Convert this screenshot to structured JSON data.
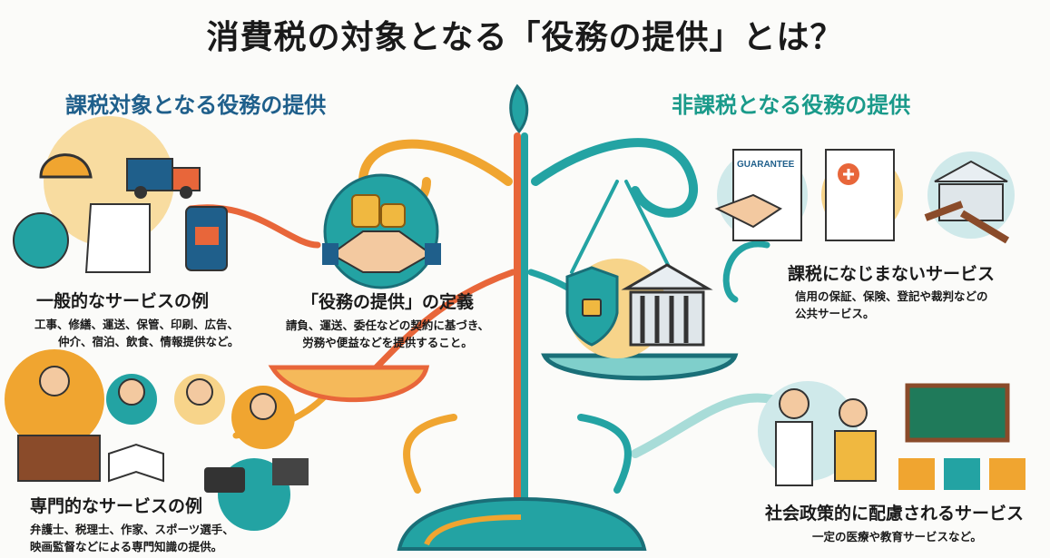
{
  "title": "消費税の対象となる「役務の提供」とは？",
  "left_heading": "課税対象となる役務の提供",
  "right_heading": "非課税となる役務の提供",
  "general": {
    "heading": "一般的なサービスの例",
    "lines": [
      "工事、修繕、運送、保管、印刷、広告、",
      "仲介、宿泊、飲食、情報提供など。"
    ]
  },
  "professional": {
    "heading": "専門的なサービスの例",
    "lines": [
      "弁護士、税理士、作家、スポーツ選手、",
      "映画監督などによる専門知識の提供。"
    ]
  },
  "definition": {
    "heading": "「役務の提供」の定義",
    "lines": [
      "請負、運送、委任などの契約に基づき、",
      "労務や便益などを提供すること。"
    ]
  },
  "non_taxable": {
    "heading": "課税になじまないサービス",
    "lines": [
      "信用の保証、保険、登記や裁判などの",
      "公共サービス。"
    ]
  },
  "social": {
    "heading": "社会政策的に配慮されるサービス",
    "lines": [
      "一定の医療や教育サービスなど。"
    ]
  },
  "guarantee_label": "GUARANTEE",
  "colors": {
    "orange": "#f0a530",
    "red_orange": "#e8663a",
    "teal": "#23a3a3",
    "dark_teal": "#1a6f78",
    "navy": "#1f5f8b"
  }
}
